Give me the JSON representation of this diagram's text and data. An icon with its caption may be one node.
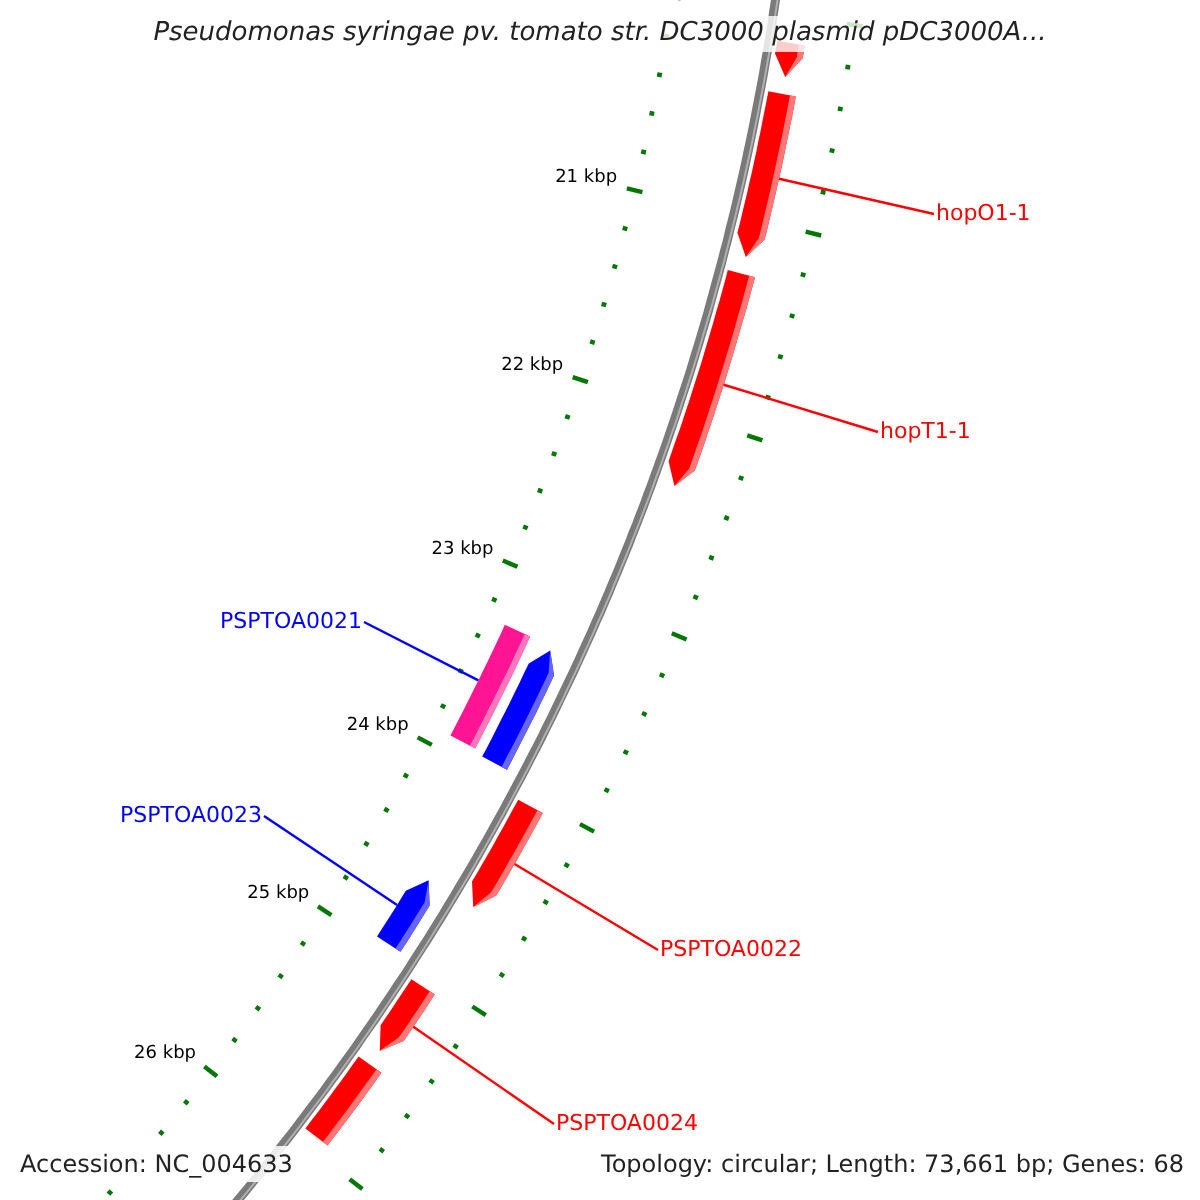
{
  "diagram": {
    "title": "Pseudomonas syringae pv. tomato str. DC3000 plasmid pDC3000A...",
    "nodes": [
      {
        "text": [],
        "shape": "bar"
      },
      {
        "text": [],
        "shape": "bar"
      },
      {
        "text": [
          "hopO1-1"
        ]
      },
      {
        "text": [],
        "shape": "bar"
      },
      {
        "text": [
          "hopT1-1"
        ]
      },
      {
        "text": [
          "PSPTOA0021"
        ]
      },
      {
        "text": [],
        "shape": "bar"
      },
      {
        "text": [],
        "shape": "bar"
      },
      {
        "text": [
          "PSPTOA0023"
        ]
      },
      {
        "text": [],
        "shape": "bar"
      },
      {
        "text": [],
        "shape": "bar"
      },
      {
        "text": [
          "PSPTOA0022"
        ]
      },
      {
        "text": [],
        "shape": "bar"
      },
      {
        "text": [
          "PSPTOA0024"
        ]
      },
      {
        "text": [],
        "shape": "bar"
      }
    ],
    "edges": [
      {
        "from": 2,
        "to": 1,
        "arrow": "none"
      },
      {
        "from": 4,
        "to": 3,
        "arrow": "none"
      },
      {
        "from": 5,
        "to": 6,
        "arrow": "none",
        "color": "#0000ff"
      },
      {
        "from": 8,
        "to": 9,
        "arrow": "none",
        "color": "#0000ff"
      },
      {
        "from": 11,
        "to": 10,
        "arrow": "none"
      },
      {
        "from": 13,
        "to": 12,
        "arrow": "none"
      }
    ],
    "labels": [
      "21 kbp",
      "22 kbp",
      "23 kbp",
      "24 kbp",
      "25 kbp",
      "26 kbp",
      "Accession: NC_004633",
      "Topology: circular; Length: 73,661 bp; Genes: 68"
    ]
  }
}
